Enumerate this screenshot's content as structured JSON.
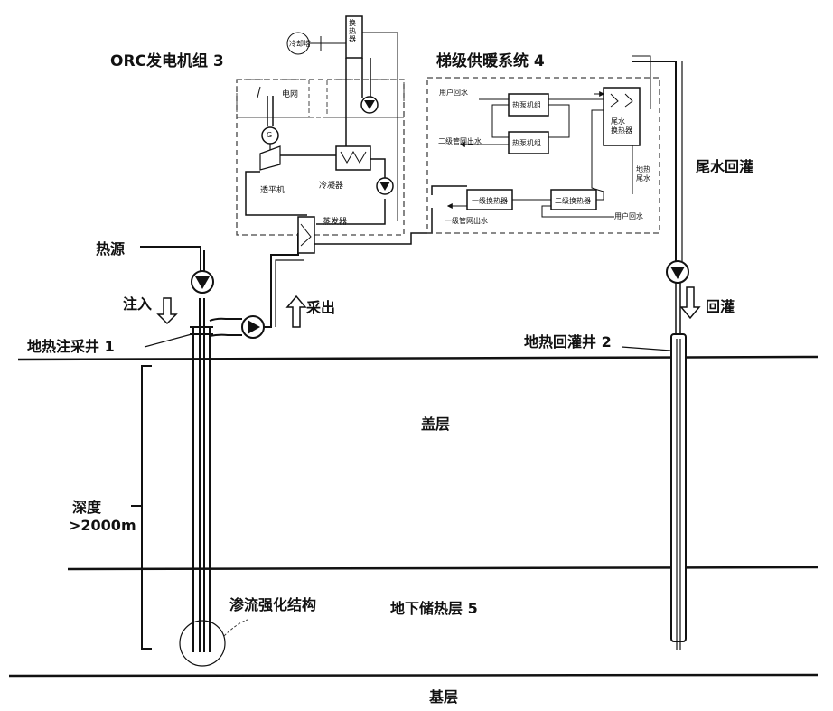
{
  "labels": {
    "orc_unit": "ORC发电机组 3",
    "heating_system": "梯级供暖系统 4",
    "heat_source": "热源",
    "inject": "注入",
    "extract": "采出",
    "tail_reinjection": "尾水回灌",
    "reinject": "回灌",
    "well_1": "地热注采井 1",
    "well_2": "地热回灌井 2",
    "cap_layer": "盖层",
    "depth_label": "深度",
    "depth_value": ">2000m",
    "seepage_structure": "渗流强化结构",
    "reservoir": "地下储热层 5",
    "basement": "基层"
  },
  "orc": {
    "grid": "电网",
    "heat_exchanger_top": "换热器",
    "expander": "透平机",
    "condenser": "冷凝器",
    "evaporator": "蒸发器",
    "generator": "G",
    "cooling_tower": "冷却塔"
  },
  "heating": {
    "user_return": "用户回水",
    "heat_pump_1": "热泵机组",
    "heat_pump_2": "热泵机组",
    "secondary_supply": "二级管网出水",
    "tail_exchanger": "尾水\n换热器",
    "geo_tail_water": "地热\n尾水",
    "primary_exchanger": "一级换热器",
    "secondary_exchanger": "二级换热器",
    "primary_supply": "一级管网出水",
    "user_return_2": "用户回水"
  },
  "colors": {
    "line": "#111111",
    "box_dash": "#444444"
  }
}
